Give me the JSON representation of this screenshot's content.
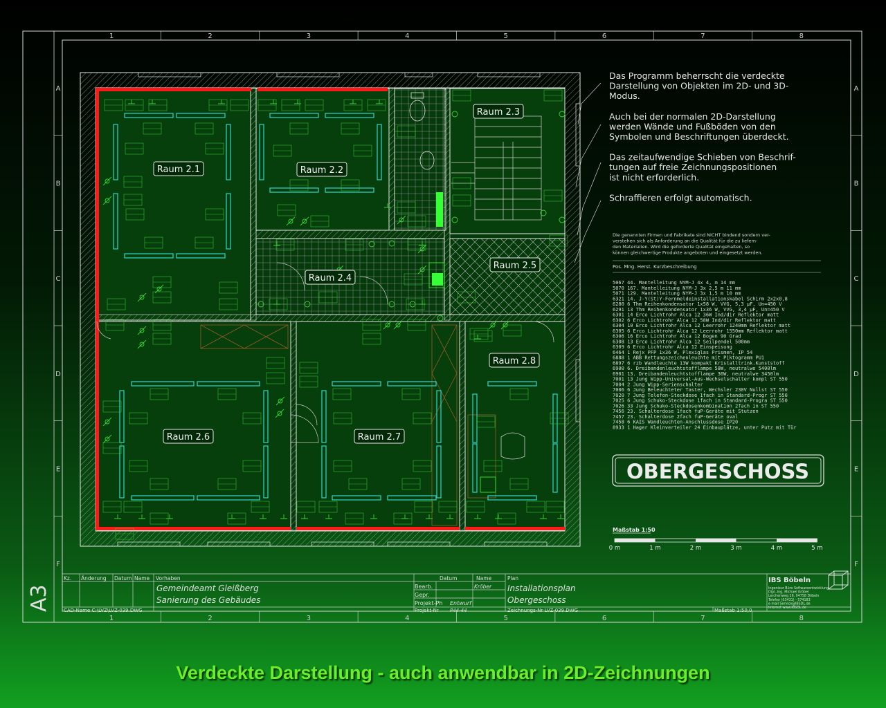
{
  "grid": {
    "cols": [
      "1",
      "2",
      "3",
      "4",
      "5",
      "6",
      "7",
      "8"
    ],
    "rows": [
      "A",
      "B",
      "C",
      "D",
      "E",
      "F"
    ]
  },
  "sheet_size": "A3",
  "rooms": [
    {
      "id": "2.1",
      "label": "Raum 2.1"
    },
    {
      "id": "2.2",
      "label": "Raum 2.2"
    },
    {
      "id": "2.3",
      "label": "Raum 2.3"
    },
    {
      "id": "2.4",
      "label": "Raum 2.4"
    },
    {
      "id": "2.5",
      "label": "Raum 2.5"
    },
    {
      "id": "2.6",
      "label": "Raum 2.6"
    },
    {
      "id": "2.7",
      "label": "Raum 2.7"
    },
    {
      "id": "2.8",
      "label": "Raum 2.8"
    }
  ],
  "notes": [
    [
      "Das Programm beherrscht die verdeckte",
      "Darstellung von Objekten im 2D- und 3D-",
      "Modus."
    ],
    [
      "Auch bei der normalen 2D-Darstellung",
      "werden Wände und Fußböden von den",
      "Symbolen und Beschriftungen überdeckt."
    ],
    [
      "Das zeitaufwendige Schieben von Beschrif-",
      "tungen auf freie Zeichnungspositionen",
      "ist nicht erforderlich."
    ],
    [
      "Schraffieren erfolgt automatisch."
    ]
  ],
  "disclaimer": [
    "Die genannten Firmen und Fabrikate sind NICHT bindend sondern ver-",
    "verstehen sich als Anforderung an die Qualität für die zu liefern-",
    "den Materialien. Wird die geforderte Qualität eingehalten, so",
    "können gleichwertige Produkte angeboten und eingesetzt werden."
  ],
  "legend_header": "Pos.  Mng.  Herst.        Kurzbeschreibung",
  "legend": [
    "5067  44.    Mantelleitung NYM-J 4x 4,  m 14 mm",
    "5070  167.   Mantelleitung NYM-J 3x 2,5  m 11 mm",
    "5071  129.   Mantelleitung NYM-J 3x 1,5  m 10 mm",
    "6321  14.    J-Y(St)Y-Fernmeldeinstallationskabel Schirm 2x2x0,8",
    "6280  6 Thm  Reihenkondensator 1x58 W, VVG, 5,3 µF, Un=450 V",
    "6291  13 Thm  Reihenkondensator 1x36 W, VVG, 3,4 µF, Un=450 V",
    "6301  14 Erco Lichtrohr Alca 12 36W Ind/dir Reflektor matt",
    "6302  6 Erco  Lichtrohr Alca 12 58W Ind/dir Reflektor matt",
    "6304  10 Erco Lichtrohr Alca 12 Leerrohr 1240mm Reflektor matt",
    "6305  6 Erco  Lichtrohr Alca 12 Leerrohr 1550mm Reflektor matt",
    "6306  16      Erco  Lichtrohr Alca 12 Bogen 90 Grad",
    "6308  13 Erco Lichtrohr Alca 12 Seilpendel 500mm",
    "6309  6 Erco  Lichtrohr Alca 12 Einspeisung",
    "6464  1 Rejx  PFP  1x36 W, Plexiglas Prismen, IP 54",
    "6888  1 ABB  Rettungszeichenleuchte mit Piktogramm PU1",
    "6897  6 rzb  Wandleuchte 13W kompakt Kristalltrink.Kunststoff",
    "6900  6.     Dreibandenleuchtstofflampe 58W, neutralwe 5400lm",
    "6901  13.    Dreibandenleuchtstofflampe 36W, neutralwe 3450lm",
    "7001  13 Jung  Wipp-Universal-Aus-Wechselschalter  kompl ST 550",
    "7004  2 Jung  Wipp-Serienschalter",
    "7006  6 Jung  Beleuchteter Taster, Wechsler 230V Nullst ST 550",
    "7020  7 Jung  Telefon-Steckdose 1fach in Standard-Progr ST 550",
    "7025  6 Jung  Schuko-Steckdose 1fach in Standard-Progra ST 550",
    "7026  33 Jung Schuko-Steckdosenkombination 2fach in   ST 550",
    "7456  23.    Schalterdose 1fach fuP-Geräte mit Stutzen",
    "7457  23.    Schalterdose 2fach fuP-Geräte oval",
    "7458  6 KAIS  Wandleuchten-Anschlussdose IP20",
    "8933  1 Hager Kleinverteiler 24 Einbauplätze, unter Putz mit Tür"
  ],
  "floor_title": "OBERGESCHOSS",
  "scale": {
    "label": "Maßstab 1:50",
    "ticks": [
      "0 m",
      "1 m",
      "2 m",
      "3 m",
      "4 m",
      "5 m"
    ]
  },
  "title_block": {
    "headers": {
      "kz": "Kz.",
      "aenderung": "Änderung",
      "datum": "Datum",
      "name": "Name",
      "vorhaben": "Vorhaben",
      "datum2": "Datum",
      "name2": "Name",
      "plan": "Plan"
    },
    "vorhaben": [
      "Gemeindeamt Gleißberg",
      "Sanierung des Gebäudes"
    ],
    "bearb_label": "Bearb.",
    "bearb_name": "Kröber",
    "gepr_label": "Gepr.",
    "projekt_ph_label": "Projekt-Ph",
    "projekt_ph": "Entwurf",
    "projekt_nr_label": "Projekt-Nr",
    "projekt_nr": "P44-44",
    "plan": [
      "Installationsplan",
      "Obergeschoss"
    ],
    "zeichnungs_nr": "Zeichnungs-Nr  LVZ-039.DWG",
    "cad_name": "CAD-Name  C:\\LVZ\\LVZ-039.DWG",
    "massstab": "Maßstab 1:50,0",
    "company_name": "IBS Böbeln",
    "company_lines": [
      "Ingenieur Büro Softwareentwicklung",
      "Dipl.-Ing. Michael Kröber",
      "Lerchenweg 26, 04758 Döbeln",
      "Telefon (03431) - 574183",
      "e-mail Service@IBSDL.de",
      "Internet www.IBSDL.de"
    ]
  },
  "caption": "Verdeckte Darstellung - auch anwendbar in 2D-Zeichnungen",
  "colors": {
    "line": "#e6e6e6",
    "green": "#3ad33a",
    "cyan": "#2fd6cf",
    "red": "#ff1a1a",
    "brown": "#8a4a1a",
    "bright_green": "#36ff36"
  }
}
